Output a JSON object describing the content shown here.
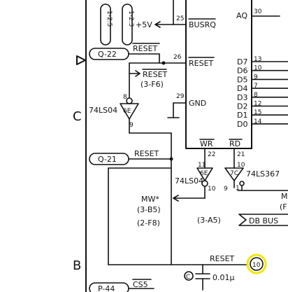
{
  "zone_labels": {
    "c": "C",
    "b": "B"
  },
  "connectors": {
    "q22": "Q-22",
    "q21": "Q-21",
    "p44": "P-44"
  },
  "resistors": {
    "r1": "1-2.5",
    "r2": "1-2.3"
  },
  "net_labels": {
    "vcc": "+5V",
    "busrq": "BUSRQ",
    "reset_q22": "RESET",
    "reset_ref": "RESET",
    "reset_ref_loc": "(3-F6)",
    "reset_q21": "RESET",
    "reset_bottom": "RESET",
    "cs5": "CS5",
    "mw": "MW*",
    "mw_ref1": "(3-B5)",
    "mw_ref2": "(2-F8)",
    "db_ref": "(3-A5)",
    "db_bus": "DB BUS",
    "m_partial": "M",
    "f_partial": "(F",
    "cap_value": "0.01µ",
    "cap_ref": "C"
  },
  "chip": {
    "top_right": "AQ",
    "top_right_num": "30",
    "pins_left": [
      "BUSRQ",
      "RESET",
      "GND"
    ],
    "pins_left_nums": [
      "25",
      "26",
      "29"
    ],
    "wr": "WR",
    "rd": "RD",
    "wr_num": "22",
    "rd_num": "21",
    "data_pins": [
      "D7",
      "D6",
      "D5",
      "D4",
      "D3",
      "D2",
      "D1",
      "D0"
    ],
    "data_nums": [
      "13",
      "10",
      "9",
      "7",
      "8",
      "12",
      "15",
      "14"
    ]
  },
  "gates": {
    "g1_name": "74LS04",
    "g1_id": "6E",
    "g1_in": "8",
    "g1_out": "9",
    "g2_name": "74LS04",
    "g2_id": "6E",
    "g2_in": "11",
    "g2_out": "10",
    "g3_name": "74LS367",
    "g3_id": "7C",
    "g3_in": "10",
    "g3_out": "9",
    "g3_en": "1"
  },
  "highlight_callout": "10",
  "colors": {
    "ink": "#111111",
    "highlight": "#f3e600"
  }
}
